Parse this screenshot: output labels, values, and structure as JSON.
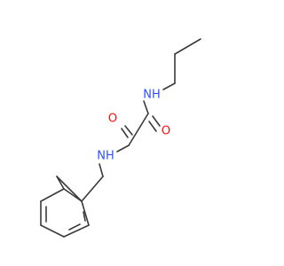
{
  "colors": {
    "bond": "#3a3a3a",
    "nitrogen": "#3050f8",
    "oxygen": "#ff0d0d"
  },
  "atoms": [
    {
      "id": "n_top",
      "label": "NH",
      "element": "N"
    },
    {
      "id": "o_right",
      "label": "O",
      "element": "O"
    },
    {
      "id": "o_left",
      "label": "O",
      "element": "O"
    },
    {
      "id": "n_bottom",
      "label": "NH",
      "element": "N"
    }
  ]
}
